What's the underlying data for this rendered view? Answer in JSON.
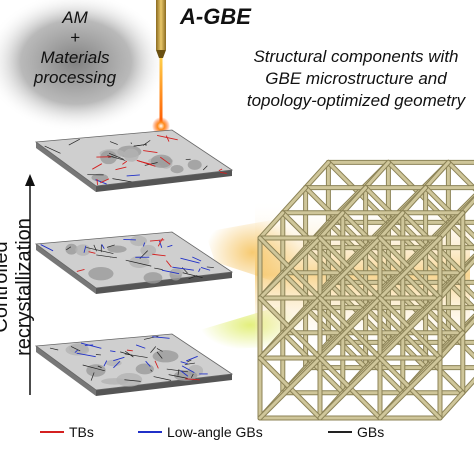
{
  "header": {
    "process_label": "AM\n+\nMaterials\nprocessing",
    "title": "A-GBE"
  },
  "description": "Structural components with GBE microstructure and topology-optimized geometry",
  "axis_label": "Controlled recrystallization",
  "legend": [
    {
      "label": "TBs",
      "color": "#d42020"
    },
    {
      "label": "Low-angle GBs",
      "color": "#2030c8"
    },
    {
      "label": "GBs",
      "color": "#222222"
    }
  ],
  "colors": {
    "lattice_face": "#cfc69a",
    "lattice_dark": "#8c8357",
    "glow": "#f3b53a",
    "glow_green": "#d8e94a",
    "laser": "#ff7a1a"
  }
}
